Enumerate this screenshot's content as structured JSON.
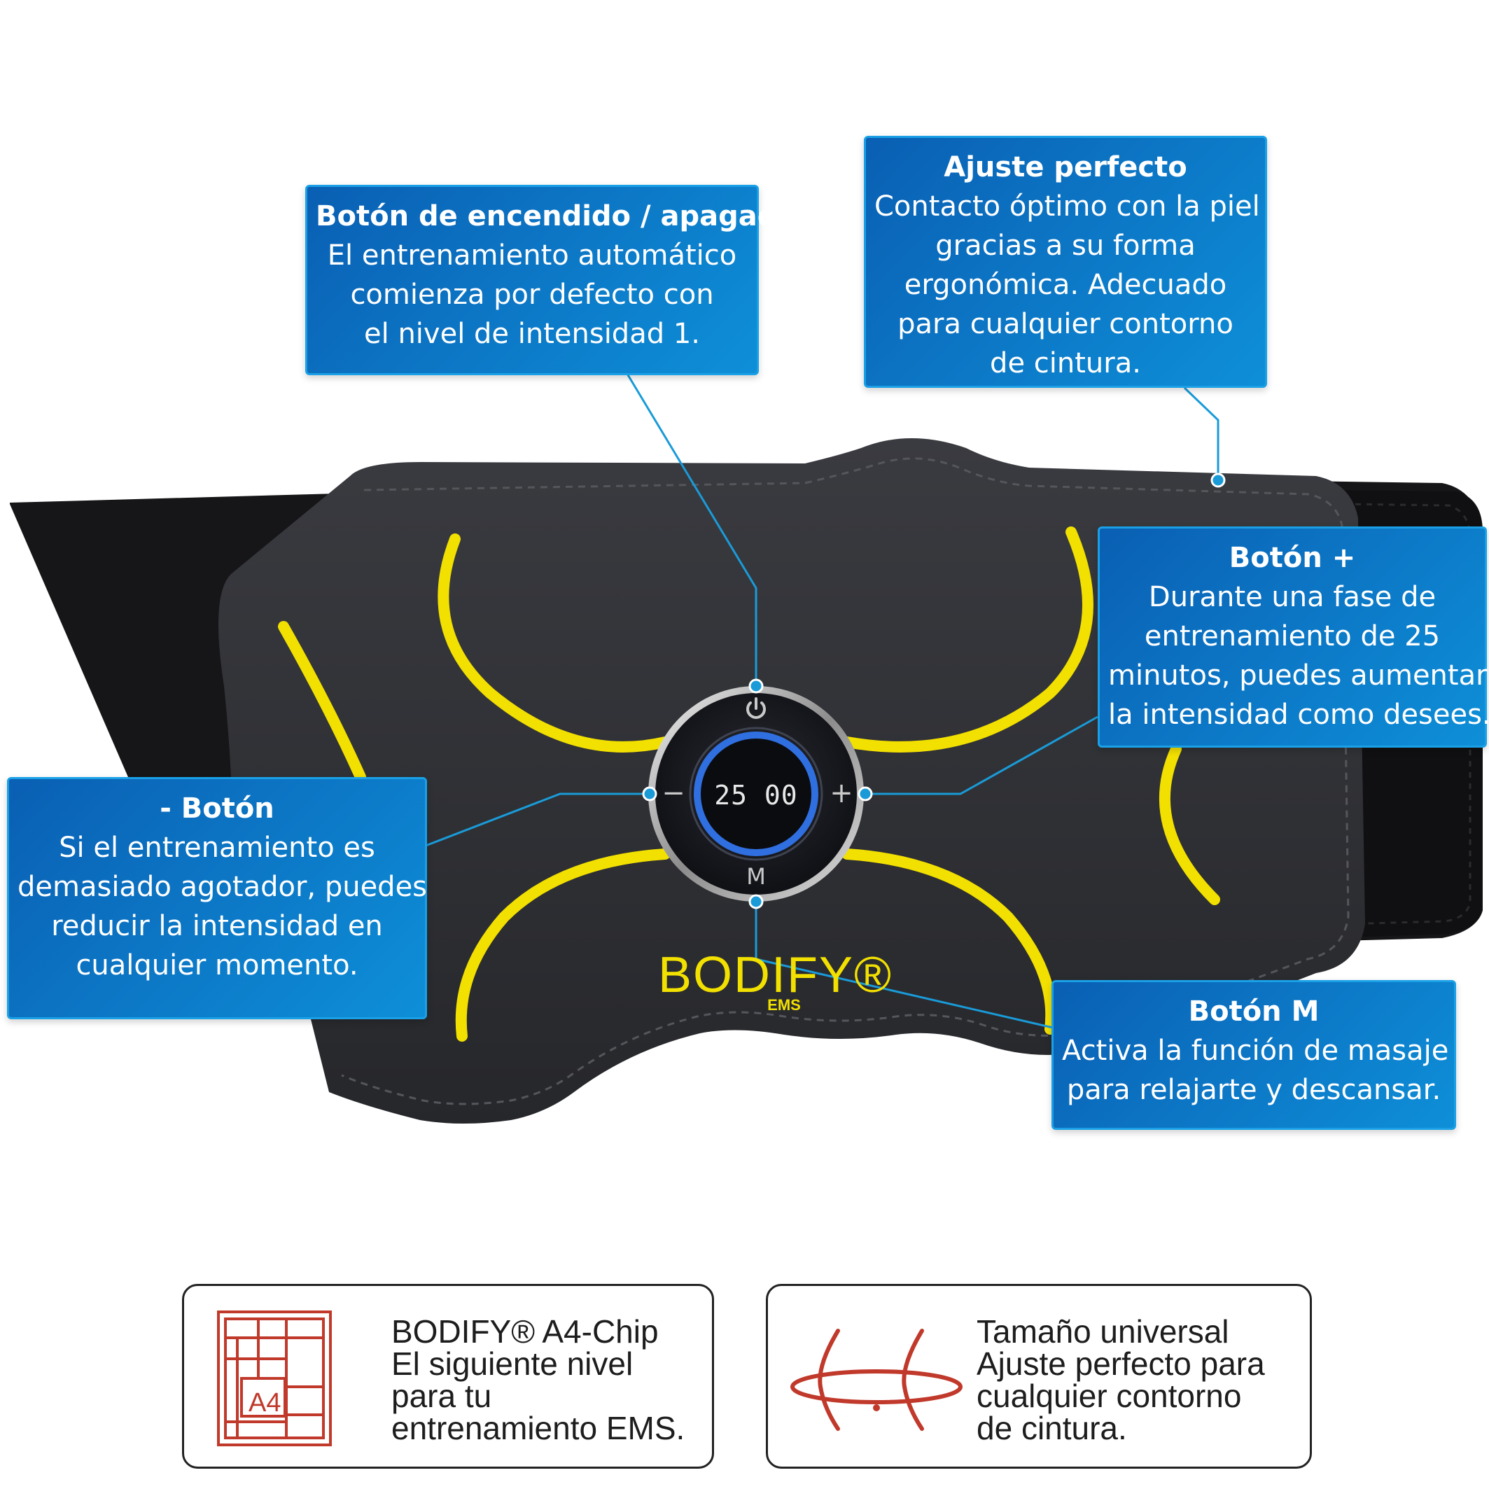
{
  "callouts": {
    "power": {
      "title": "Botón de encendido / apagado",
      "lines": [
        "El entrenamiento automático",
        "comienza por defecto con",
        "el nivel de intensidad 1."
      ]
    },
    "fit": {
      "title": "Ajuste perfecto",
      "lines": [
        "Contacto óptimo con la piel",
        "gracias a su forma",
        "ergonómica. Adecuado",
        "para cualquier contorno",
        "de cintura."
      ]
    },
    "plus": {
      "title": "Botón +",
      "lines": [
        "Durante una fase de",
        "entrenamiento de 25",
        "minutos, puedes aumentar",
        "la intensidad como desees."
      ]
    },
    "minus": {
      "title": "- Botón",
      "lines": [
        "Si el entrenamiento es",
        "demasiado agotador, puedes",
        "reducir la intensidad en",
        "cualquier momento."
      ]
    },
    "m": {
      "title": "Botón M",
      "lines": [
        "Activa la función de masaje",
        "para relajarte y descansar."
      ]
    }
  },
  "device": {
    "display": "25 00",
    "plus_symbol": "+",
    "minus_symbol": "−",
    "m_symbol": "M",
    "power_icon": "power-icon",
    "brand": "BODIFY®",
    "brand_sub": "EMS"
  },
  "features": [
    {
      "icon": "a4-chip-icon",
      "icon_label": "A4",
      "lines": [
        "BODIFY® A4-Chip",
        "El siguiente nivel",
        "para tu",
        "entrenamiento EMS."
      ]
    },
    {
      "icon": "waist-measure-icon",
      "lines": [
        "Tamaño universal",
        "Ajuste perfecto para",
        "cualquier contorno",
        "de cintura."
      ]
    }
  ],
  "colors": {
    "callout_blue": "#0e8fd8",
    "callout_dark_blue": "#0a5fb3",
    "line_blue": "#1a9bd8",
    "belt_black": "#1b1b1d",
    "belt_panel": "#2e2f33",
    "accent_yellow": "#f2e000",
    "ring_blue": "#2f6fe0",
    "icon_red": "#c0392b"
  }
}
